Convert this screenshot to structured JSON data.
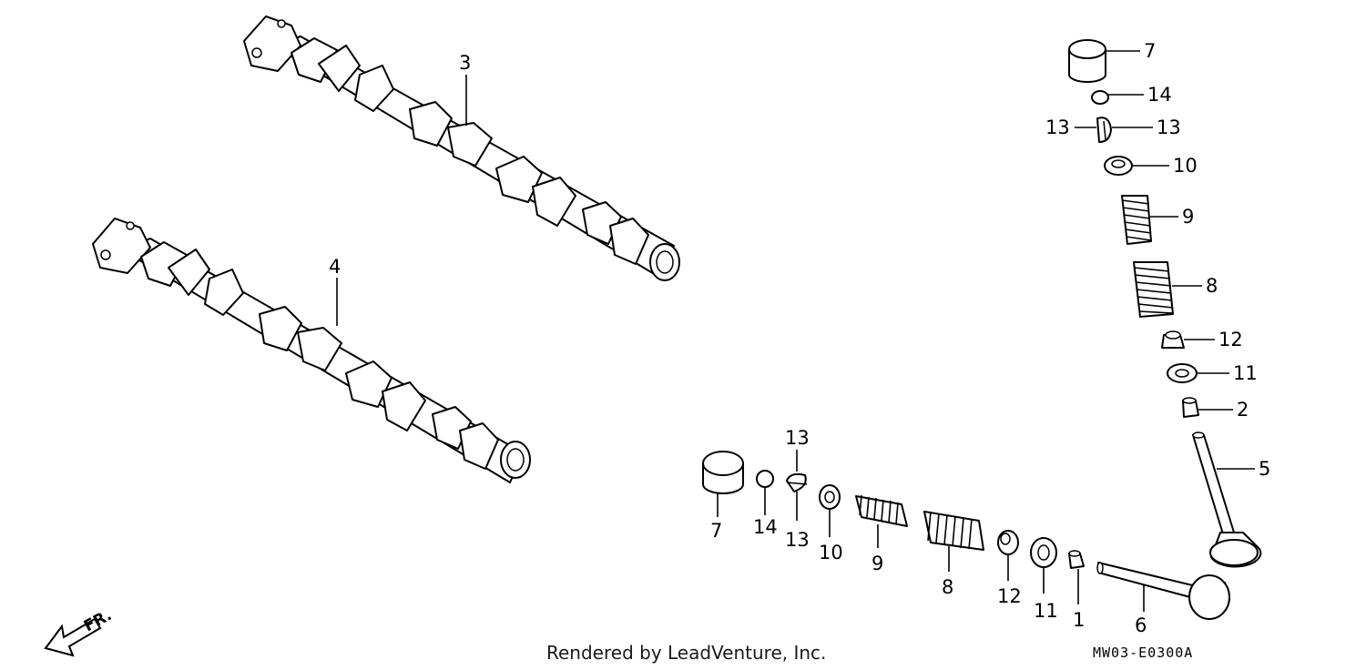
{
  "diagram": {
    "callouts": {
      "c3": "3",
      "c4": "4",
      "r7": "7",
      "r14": "14",
      "r13a": "13",
      "r13b": "13",
      "r10": "10",
      "r9": "9",
      "r8": "8",
      "r12": "12",
      "r11": "11",
      "r2": "2",
      "r5": "5",
      "b7": "7",
      "b14": "14",
      "b13a": "13",
      "b13b": "13",
      "b10": "10",
      "b9": "9",
      "b8": "8",
      "b12": "12",
      "b11": "11",
      "b1": "1",
      "b6": "6"
    },
    "direction_label": "FR.",
    "render_credit": "Rendered by LeadVenture, Inc.",
    "diagram_code": "MW03-E0300A"
  }
}
